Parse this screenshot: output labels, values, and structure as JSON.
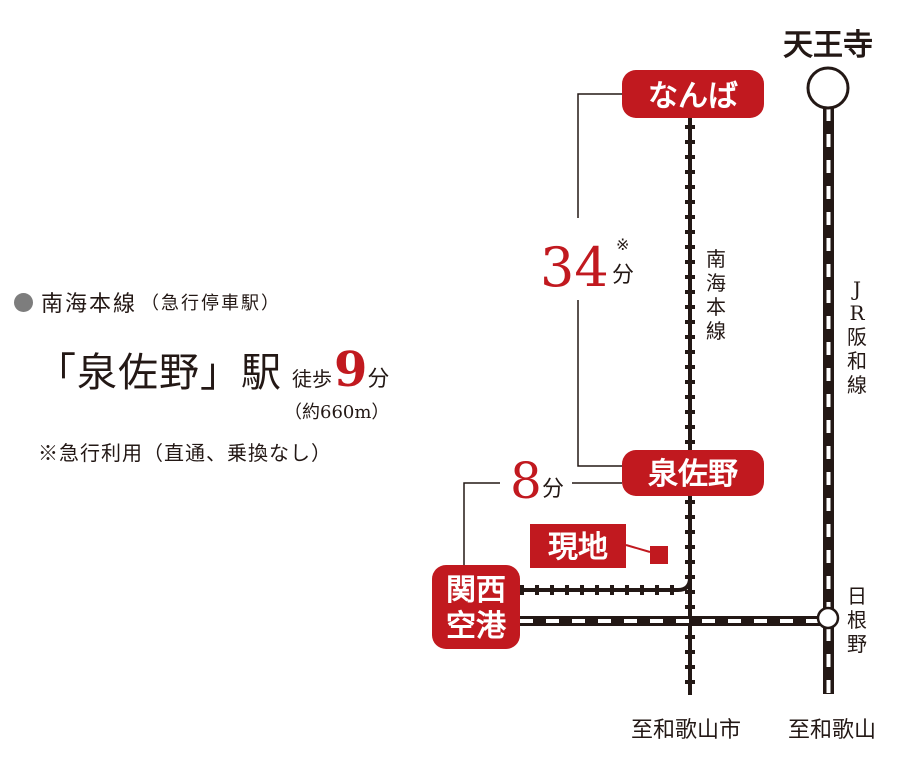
{
  "info": {
    "line_name": "南海本線",
    "line_paren": "（急行停車駅）",
    "station": "「泉佐野」駅",
    "walk_label": "徒歩",
    "walk_minutes": "9",
    "walk_unit": "分",
    "approx": "（約660m）",
    "note": "※急行利用（直通、乗換なし）"
  },
  "map": {
    "stations": {
      "namba": "なんば",
      "tennoji": "天王寺",
      "izumisano": "泉佐野",
      "kanku_1": "関西",
      "kanku_2": "空港",
      "hineno_1": "日",
      "hineno_2": "根",
      "hineno_3": "野",
      "wakayamashi": "至和歌山市",
      "wakayama": "至和歌山"
    },
    "current_location": "現地",
    "lines": {
      "nankai": [
        "南",
        "海",
        "本",
        "線"
      ],
      "jr": [
        "J",
        "R",
        "阪",
        "和",
        "線"
      ]
    },
    "time_namba": "34",
    "time_namba_mark": "※",
    "time_namba_unit": "分",
    "time_kanku": "8",
    "time_kanku_unit": "分"
  },
  "colors": {
    "accent_red": "#c1191f",
    "rail_dark": "#231815",
    "dot_gray": "#7d7d7d"
  }
}
